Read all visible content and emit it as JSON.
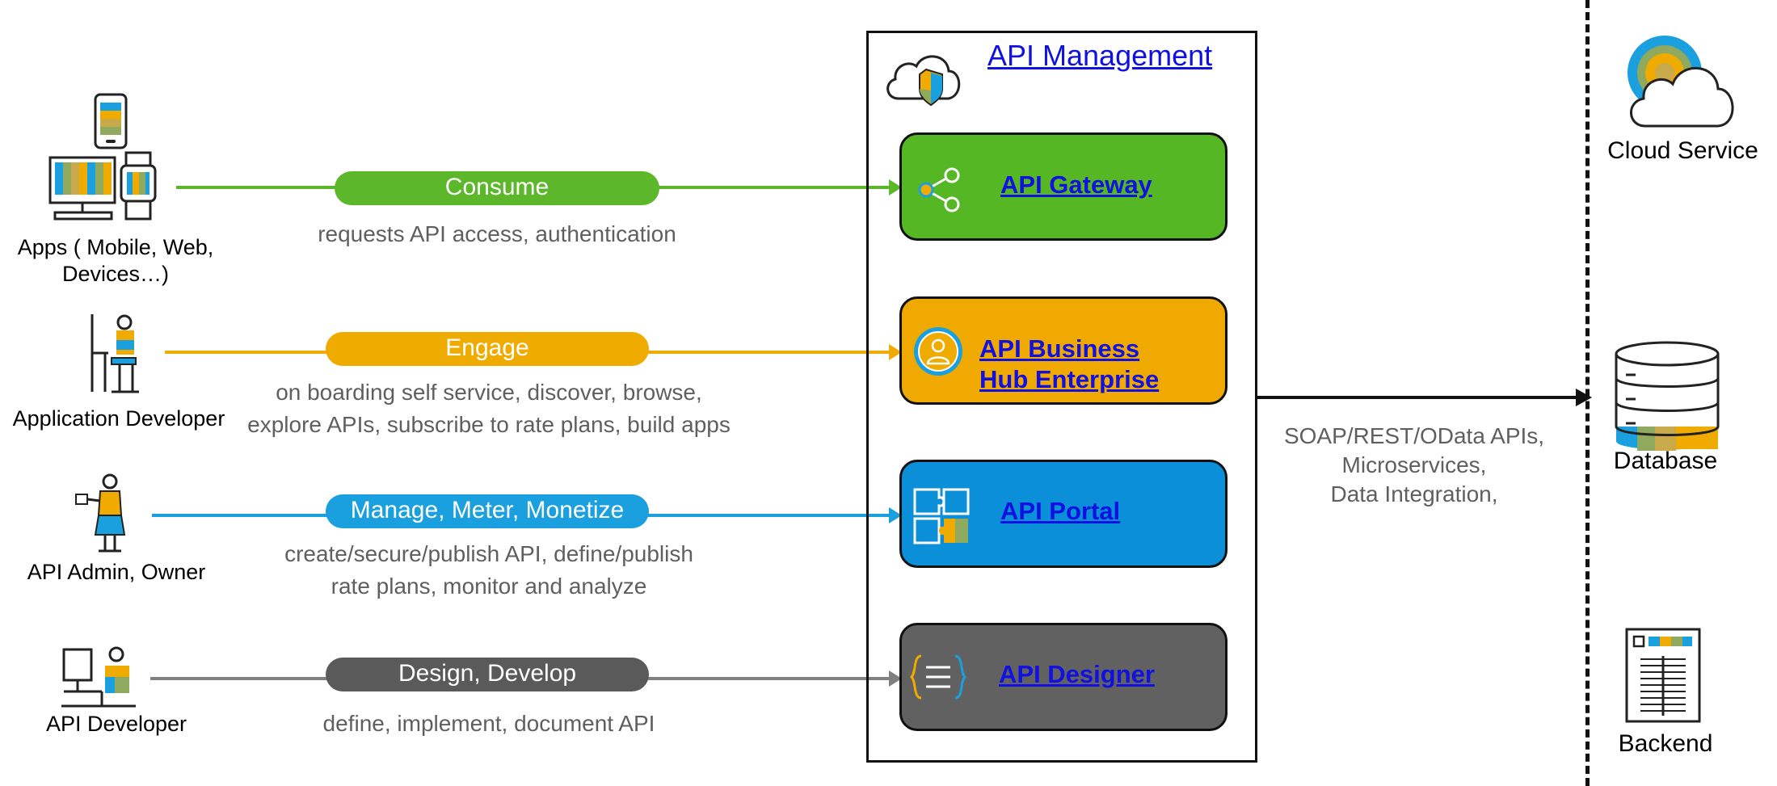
{
  "actors": [
    {
      "label": "Apps ( Mobile, Web,\nDevices…)",
      "icon": "devices-icon"
    },
    {
      "label": "Application Developer",
      "icon": "developer-at-desk-icon"
    },
    {
      "label": "API Admin, Owner",
      "icon": "admin-person-icon"
    },
    {
      "label": "API Developer",
      "icon": "developer-workstation-icon"
    }
  ],
  "flows": [
    {
      "pill": "Consume",
      "description": "requests API access, authentication",
      "color": "#5cb82a"
    },
    {
      "pill": "Engage",
      "description": "on boarding self service, discover, browse,\nexplore APIs, subscribe to rate plans, build apps",
      "color": "#f0ab00"
    },
    {
      "pill": "Manage, Meter, Monetize",
      "description": "create/secure/publish API,   define/publish\nrate plans, monitor and analyze",
      "color": "#1a9fdf"
    },
    {
      "pill": "Design, Develop",
      "description": "define, implement, document API",
      "color": "#595959"
    }
  ],
  "api_management": {
    "title": "API Management",
    "services": [
      {
        "label": "API Gateway",
        "color": "#55b724",
        "icon": "share-icon"
      },
      {
        "label": "API Business\nHub Enterprise",
        "color": "#efa900",
        "icon": "person-circle-icon"
      },
      {
        "label": "API Portal",
        "color": "#0b8fd8",
        "icon": "puzzle-icon"
      },
      {
        "label": "API Designer",
        "color": "#616161",
        "icon": "code-brackets-icon"
      }
    ]
  },
  "integration_text": "SOAP/REST/OData APIs,\nMicroservices,\nData Integration,",
  "targets": [
    {
      "label": "Cloud Service",
      "icon": "cloud-icon"
    },
    {
      "label": "Database",
      "icon": "database-icon"
    },
    {
      "label": "Backend",
      "icon": "server-icon"
    }
  ]
}
